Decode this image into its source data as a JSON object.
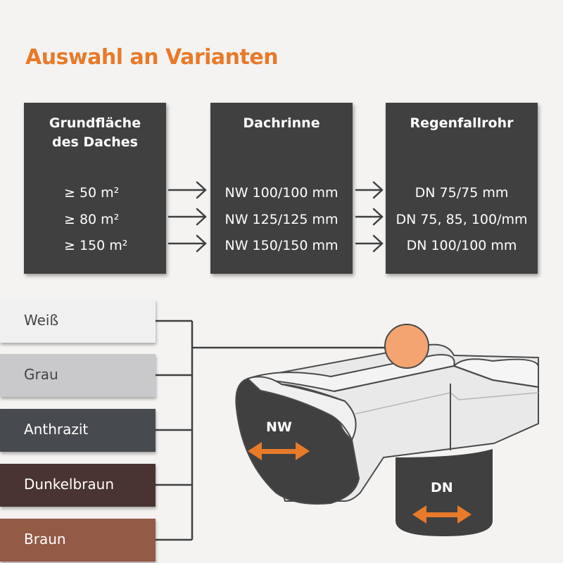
{
  "title": "Auswahl an Varianten",
  "columns": {
    "grundflaeche": {
      "heading_line1": "Grundfläche",
      "heading_line2": "des Daches",
      "rows": [
        "≥ 50  m²",
        "≥ 80  m²",
        "≥ 150  m²"
      ]
    },
    "dachrinne": {
      "heading_line1": "Dachrinne",
      "rows": [
        "NW 100/100 mm",
        "NW 125/125 mm",
        "NW 150/150 mm"
      ]
    },
    "regenfallrohr": {
      "heading_line1": "Regenfallrohr",
      "rows": [
        "DN 75/75 mm",
        "DN 75, 85, 100/mm",
        "DN 100/100 mm"
      ]
    }
  },
  "colors": {
    "items": [
      {
        "label": "Weiß",
        "hex": "#f0f0f0"
      },
      {
        "label": "Grau",
        "hex": "#c9c9cc"
      },
      {
        "label": "Anthrazit",
        "hex": "#474a4e"
      },
      {
        "label": "Dunkelbraun",
        "hex": "#4a3431"
      },
      {
        "label": "Braun",
        "hex": "#935a46"
      }
    ]
  },
  "diagram": {
    "nw_label": "NW",
    "dn_label": "DN",
    "accent": "#e87a2a",
    "marker_color": "#f4a470"
  }
}
